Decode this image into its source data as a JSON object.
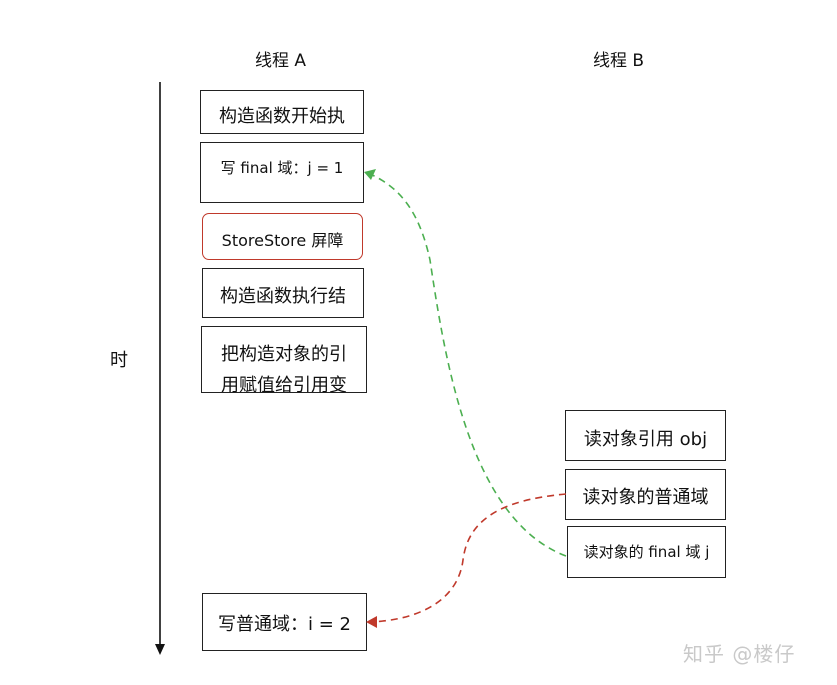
{
  "headers": {
    "thread_a": "线程 A",
    "thread_b": "线程 B"
  },
  "time_axis": {
    "label": "时"
  },
  "thread_a_steps": {
    "constructor_start": "构造函数开始执",
    "write_final": "写 final 域：j = 1",
    "storestore": "StoreStore 屏障",
    "constructor_end": "构造函数执行结",
    "assign_ref_line1": "把构造对象的引",
    "assign_ref_line2": "用赋值给引用变",
    "write_normal": "写普通域：i = 2"
  },
  "thread_b_steps": {
    "read_ref": "读对象引用 obj",
    "read_normal": "读对象的普通域",
    "read_final": "读对象的 final 域 j"
  },
  "colors": {
    "border": "#222222",
    "barrier_border": "#c0392b",
    "final_arrow": "#4caf50",
    "normal_arrow": "#c0392b"
  },
  "watermark": "知乎 @楼仔"
}
